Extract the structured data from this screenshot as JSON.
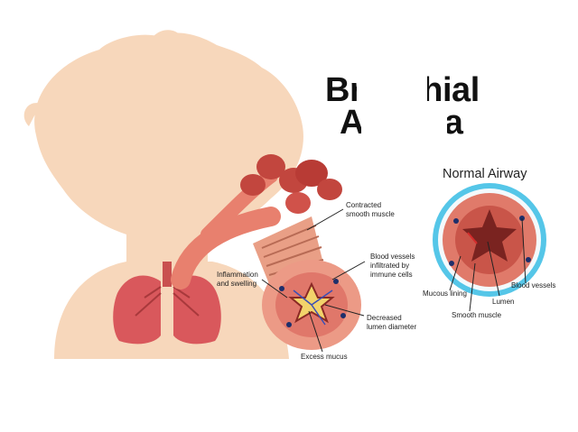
{
  "title": {
    "line1": "Bronchial",
    "line2": "Asthma"
  },
  "normal_airway": {
    "heading": "Normal Airway",
    "labels": {
      "mucous_lining": "Mucous lining",
      "lumen": "Lumen",
      "blood_vessels": "Blood vessels",
      "smooth_muscle": "Smooth muscle"
    }
  },
  "asthmatic_airway": {
    "labels": {
      "contracted_muscle": "Contracted\nsmooth muscle",
      "blood_vessels_infiltrated": "Blood vessels\ninfiltrated by\nimmune cells",
      "inflammation": "Inflammation\nand swelling",
      "decreased_lumen": "Decreased\nlumen diameter",
      "excess_mucus": "Excess mucus"
    }
  },
  "colors": {
    "skin": "#f7d7bb",
    "lung": "#d9585c",
    "airway": "#e8806e",
    "airway_dark": "#c2463e",
    "ring": "#55c6e8",
    "mucus": "#f2d36b"
  }
}
